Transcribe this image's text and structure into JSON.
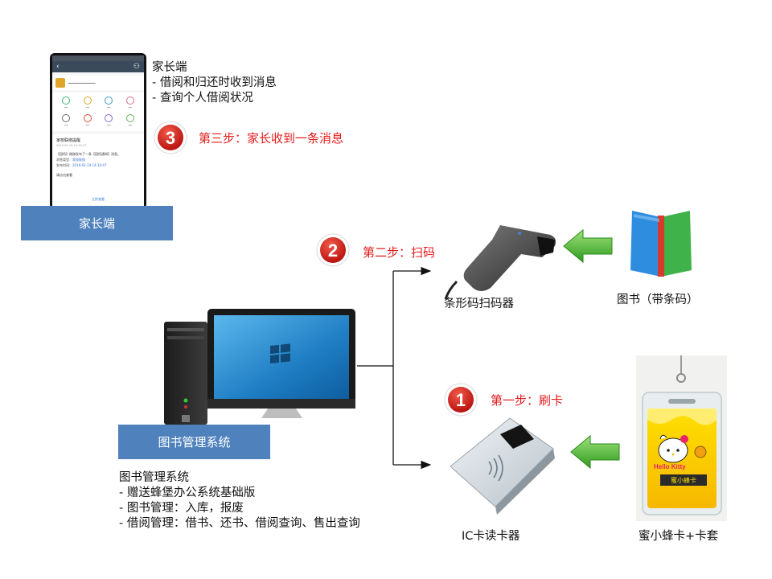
{
  "parent_side": {
    "tag": "家长端",
    "title": "家长端",
    "items": [
      "-  借阅和归还时收到消息",
      "-  查询个人借阅状况"
    ]
  },
  "phone": {
    "card_title": "家校联络提醒",
    "card_line": "【园所】刚刚发布了一条【园所通知】消息。",
    "meta_type_label": "消息类型：",
    "meta_type_value": "家校联络",
    "meta_time_label": "发布时间：",
    "meta_time_value": "2019-02-19 14:10:47",
    "tap_hint": "请点击查看",
    "view_link": "立即查看"
  },
  "steps": [
    {
      "number": "3",
      "text": "第三步：家长收到一条消息"
    },
    {
      "number": "2",
      "text": "第二步：扫码"
    },
    {
      "number": "1",
      "text": "第一步：刷卡"
    }
  ],
  "devices": {
    "scanner_caption": "条形码扫码器",
    "book_caption": "图书（带条码）",
    "reader_caption": "IC卡读卡器",
    "card_caption": "蜜小蜂卡+卡套",
    "card_print_top": "Hello Kitty",
    "card_print_bottom": "蜜小蜂卡"
  },
  "system": {
    "tag": "图书管理系统",
    "title": "图书管理系统",
    "items": [
      "-  赠送蜂堡办公系统基础版",
      "-  图书管理：入库，报废",
      "-  借阅管理：借书、还书、借阅查询、售出查询"
    ]
  },
  "colors": {
    "tag_blue": "#4f82bd",
    "step_red": "#e31b1b",
    "arrow_green": "#3fae29"
  }
}
